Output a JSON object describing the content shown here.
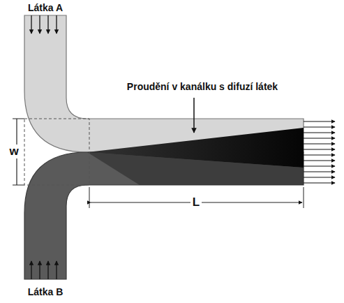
{
  "diagram": {
    "labels": [
      "Látka A",
      "Proudění v kanálku s difuzí látek",
      "w",
      "L",
      "Látka B"
    ]
  }
}
